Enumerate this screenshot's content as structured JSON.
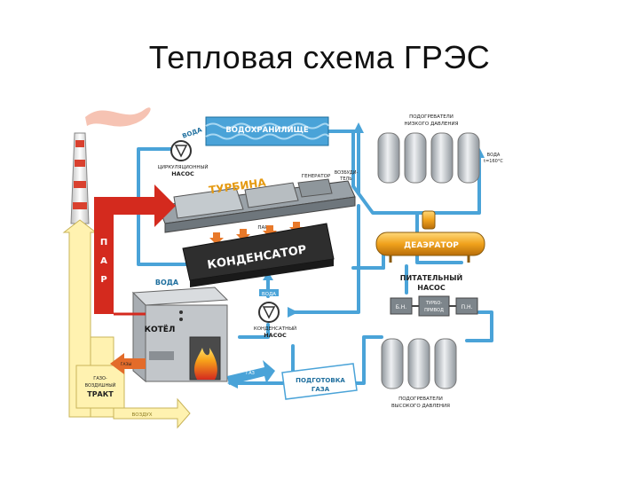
{
  "title": "Тепловая схема ГРЭС",
  "labels": {
    "reservoir": "ВОДОХРАНИЛИЩЕ",
    "water_top": "ВОДА",
    "circ_pump_1": "ЦИРКУЛЯЦИОННЫЙ",
    "circ_pump_2": "НАСОС",
    "turbine": "ТУРБИНА",
    "generator": "ГЕНЕРАТОР",
    "exciter_1": "ВОЗБУДИ-",
    "exciter_2": "ТЕЛЬ",
    "steam_small": "ПАР",
    "condenser": "КОНДЕНСАТОР",
    "steam_vertical": [
      "П",
      "А",
      "Р"
    ],
    "water_mid": "ВОДА",
    "water_pump_label": "ВОДА",
    "cond_pump_1": "КОНДЕНСАТНЫЙ",
    "cond_pump_2": "НАСОС",
    "boiler": "КОТЁЛ",
    "flue_small": "ГАЗЫ",
    "gas_air_1": "ГАЗО-",
    "gas_air_2": "ВОЗДУШНЫЙ",
    "gas_air_3": "ТРАКТ",
    "air": "ВОЗДУХ",
    "fuel_gas_small": "ГАЗ",
    "gas_prep_1": "ПОДГОТОВКА",
    "gas_prep_2": "ГАЗА",
    "lp_heaters_1": "ПОДОГРЕВАТЕЛИ",
    "lp_heaters_2": "НИЗКОГО ДАВЛЕНИЯ",
    "water_temp_1": "ВОДА",
    "water_temp_2": "t=160°C",
    "deaerator": "ДЕАЭРАТОР",
    "feed_pump_1": "ПИТАТЕЛЬНЫЙ",
    "feed_pump_2": "НАСОС",
    "bn": "Б.Н.",
    "turbo_drive_1": "ТУРБО-",
    "turbo_drive_2": "ПРИВОД",
    "pn": "П.Н.",
    "hp_heaters_1": "ПОДОГРЕВАТЕЛИ",
    "hp_heaters_2": "ВЫСОКОГО ДАВЛЕНИЯ"
  },
  "colors": {
    "water_line": "#4aa3d8",
    "steam": "#d42a1e",
    "condenser": "#333333",
    "deaerator": "#e8a21e",
    "heater": "#c8ccd0",
    "air_duct": "#fff2b0",
    "flue": "#e36b2a"
  }
}
